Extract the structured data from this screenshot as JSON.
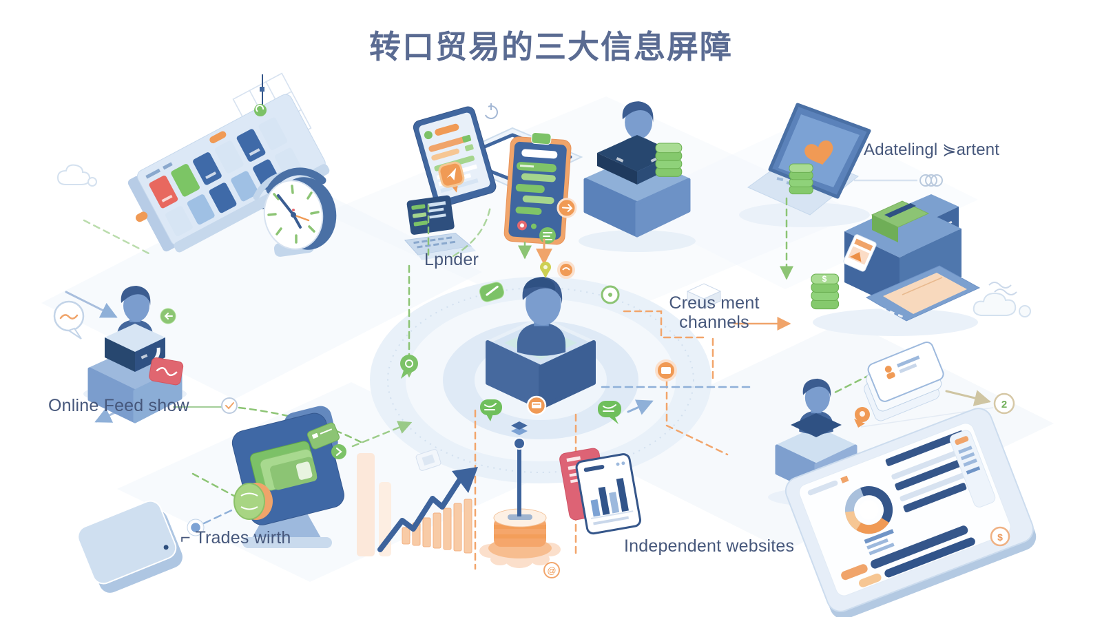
{
  "title": "转口贸易的三大信息屏障",
  "labels": {
    "adateling": "Adatelingl ⋟artent",
    "lender": "Lpnder",
    "channels_line1": "Creus ment",
    "channels_line2": "channels",
    "online_feed": "Online Feed show",
    "trades": "⌐ Trades wirth",
    "independent": "Independent websites"
  },
  "badges": {
    "at_sign": "@",
    "step_two": "2",
    "dollar": "$"
  },
  "icons": {
    "clock-icon": "analog clock",
    "location-pin-icon": "orange map pin badge",
    "heart-icon": "orange heart on laptop screen",
    "chat-bubbles-icon": "green chat bubbles on phone",
    "database-icon": "orange database cylinder",
    "trend-arrow-icon": "blue rising zigzag arrow",
    "donut-chart-icon": "blue/orange donut chart",
    "coin-stack-icon": "green coin stack",
    "price-tag-icon": "red hanging tag",
    "speech-bubble-icon": "round speech bubble",
    "cloud-icon": "outline cloud",
    "power-icon": "power symbol",
    "at-badge-icon": "circled @",
    "step-two-badge-icon": "circled 2",
    "dollar-badge-icon": "circled $"
  },
  "colors": {
    "title_text": "#5a6b92",
    "label_text": "#46577b",
    "blue_dark": "#35568a",
    "blue_mid": "#5b82ba",
    "blue_soft": "#7ca2d4",
    "blue_pale": "#d7e4f3",
    "green": "#7cc267",
    "green_light": "#a8d98f",
    "orange": "#f09a55",
    "orange_pale": "#f8d9bd",
    "red": "#e06670",
    "background": "#ffffff"
  }
}
